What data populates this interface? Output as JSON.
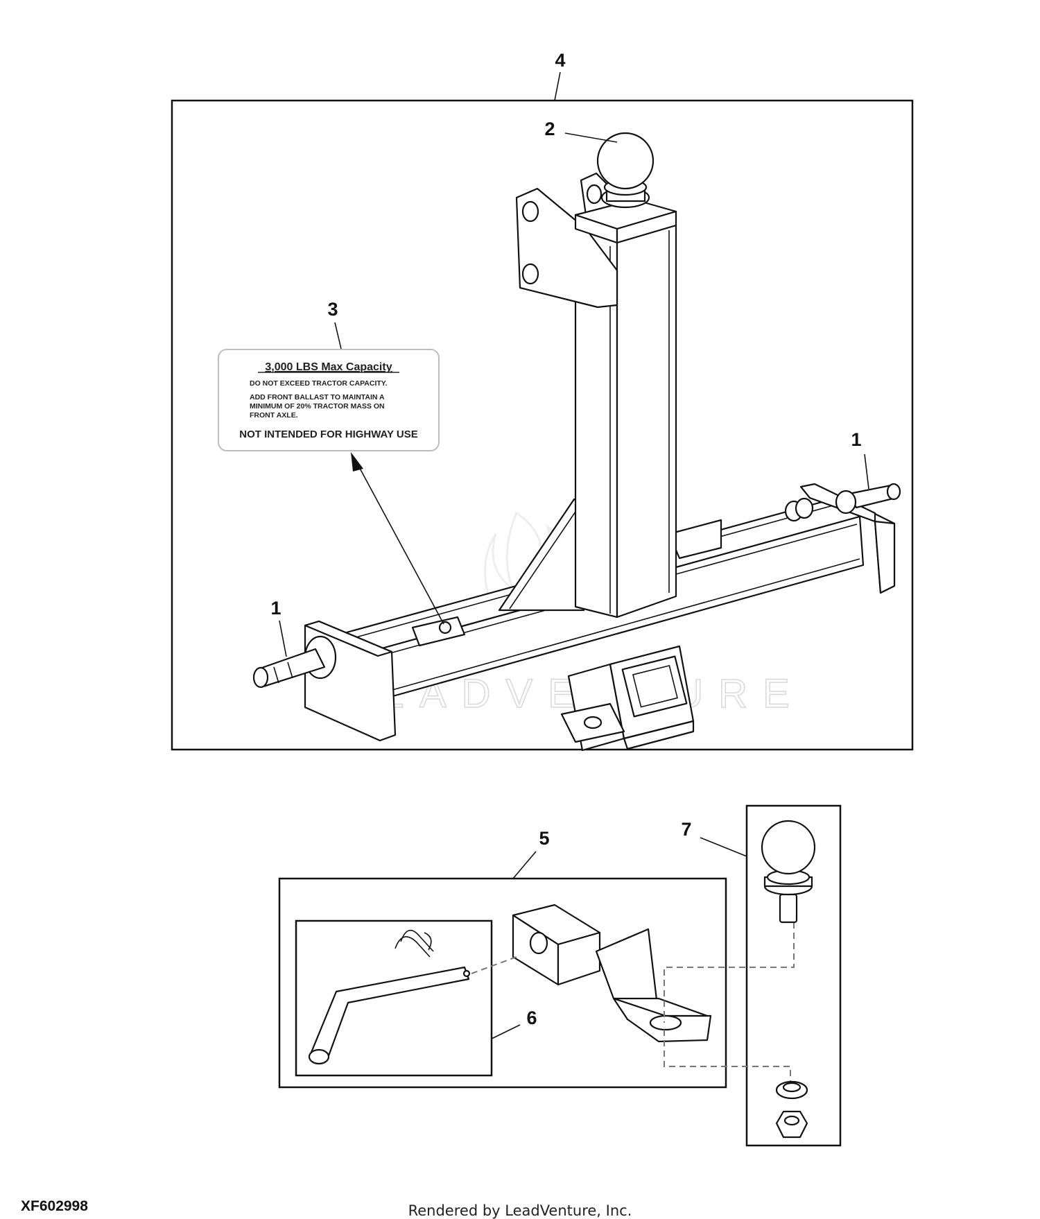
{
  "figure_id": "XF602998",
  "footer": "Rendered by LeadVenture, Inc.",
  "watermark": "LEADVENTURE",
  "callouts": {
    "c1_left": "1",
    "c1_right": "1",
    "c2": "2",
    "c3": "3",
    "c4": "4",
    "c5": "5",
    "c6": "6",
    "c7": "7"
  },
  "decal": {
    "title": "3,000 LBS Max Capacity",
    "line1": "DO NOT EXCEED TRACTOR CAPACITY.",
    "line2": "ADD FRONT BALLAST TO MAINTAIN A",
    "line3": "MINIMUM OF 20% TRACTOR MASS ON",
    "line4": "FRONT AXLE.",
    "warning": "NOT INTENDED FOR HIGHWAY USE"
  }
}
